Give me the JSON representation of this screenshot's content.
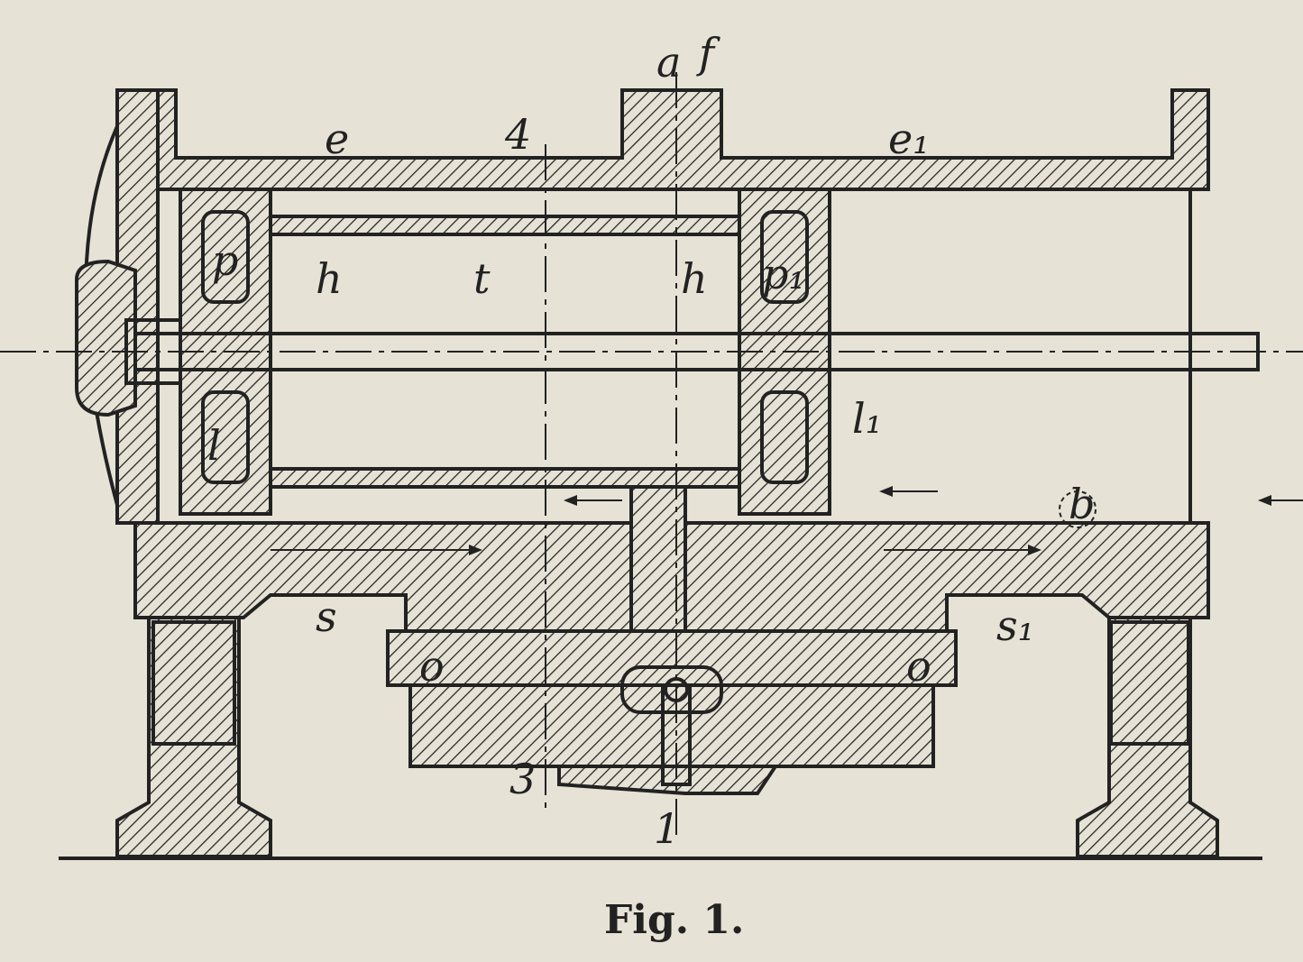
{
  "figure": {
    "caption": "Fig. 1.",
    "labels": {
      "a": "a",
      "f": "f",
      "e": "e",
      "e1": "e₁",
      "four": "4",
      "p": "p",
      "p1": "p₁",
      "h_left": "h",
      "t": "t",
      "h_right": "h",
      "l": "l",
      "l1": "l₁",
      "s": "s",
      "s1": "s₁",
      "b": "b",
      "three": "3",
      "one": "1",
      "o_left": "o",
      "o_right": "o"
    }
  },
  "colors": {
    "paper": "#e6e2d5",
    "ink": "#222222"
  }
}
